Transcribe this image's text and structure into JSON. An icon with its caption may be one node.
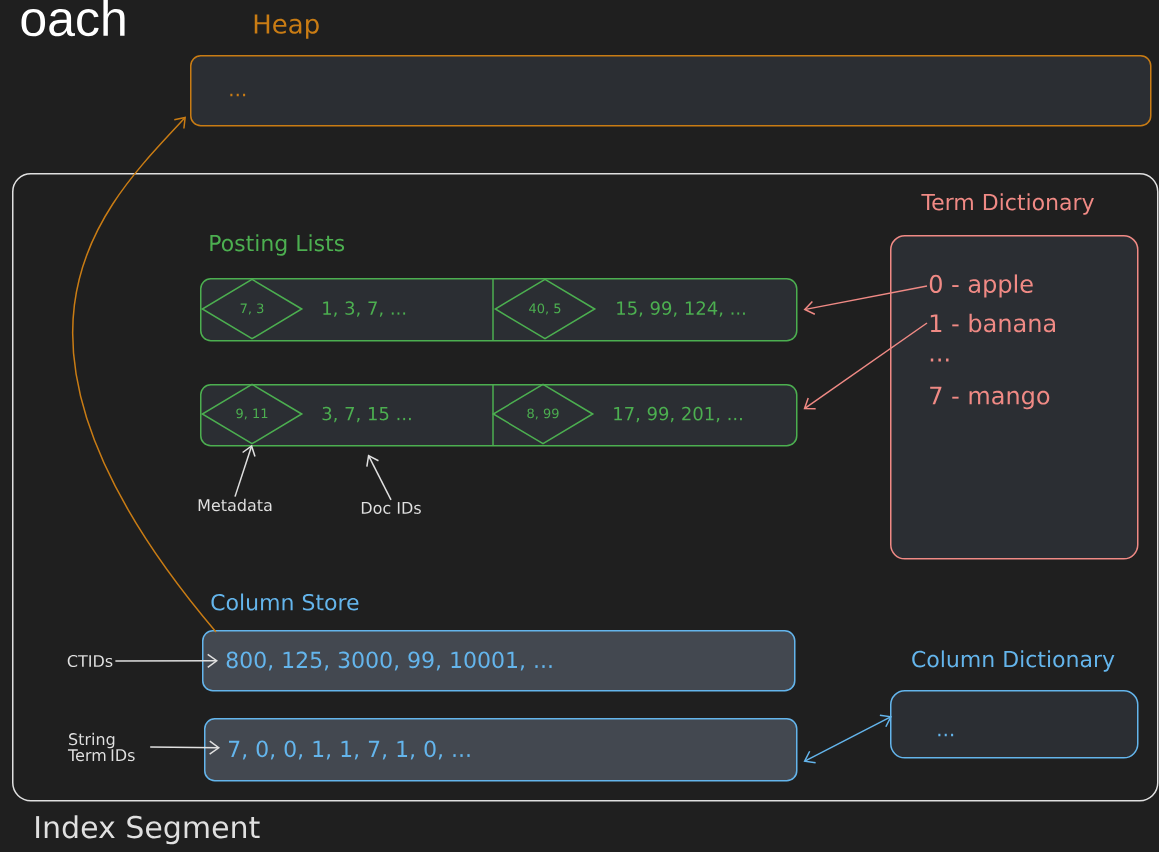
{
  "diagram": {
    "nodes": [
      {
        "text": [
          "Index Segment"
        ]
      },
      {
        "text": [
          "Heap",
          "..."
        ]
      },
      {
        "text": [
          "1, 3, 7, ...",
          "15, 99, 124, ..."
        ],
        "in": 0
      },
      {
        "text": [
          "7, 3"
        ],
        "in": 2
      },
      {
        "text": [
          "40, 5"
        ],
        "in": 2
      },
      {
        "text": [
          "3, 7, 15 ...",
          "17, 99, 201, ..."
        ],
        "in": 0
      },
      {
        "text": [
          "9, 11"
        ],
        "in": 5
      },
      {
        "text": [
          "8, 99"
        ],
        "in": 5
      },
      {
        "text": [
          "Metadata"
        ],
        "in": 0
      },
      {
        "text": [
          "Doc IDs"
        ],
        "in": 0
      },
      {
        "text": [
          "Term Dictionary"
        ],
        "in": 0
      },
      {
        "text": [
          "0 - apple"
        ],
        "in": 10
      },
      {
        "text": [
          "1 - banana"
        ],
        "in": 10
      },
      {
        "text": [
          "..."
        ],
        "in": 10
      },
      {
        "text": [
          "7 - mango"
        ],
        "in": 10
      },
      {
        "text": [
          "800, 125, 3000, 99, 10001, ..."
        ],
        "in": 0
      },
      {
        "text": [
          "7, 0, 0, 1, 1, 7, 1, 0, ..."
        ],
        "in": 0
      },
      {
        "text": [
          "CTIDs"
        ],
        "in": 0
      },
      {
        "text": [
          "String Term IDs"
        ],
        "in": 0
      },
      {
        "text": [
          "Column Dictionary",
          "..."
        ],
        "in": 0
      }
    ],
    "edges": [
      {
        "from": 15,
        "to": 1,
        "arrow": "to",
        "color": "#c97c14"
      },
      {
        "from": 11,
        "to": 2,
        "arrow": "to",
        "color": "#f08a85"
      },
      {
        "from": 12,
        "to": 5,
        "arrow": "to",
        "color": "#f08a85"
      },
      {
        "from": 8,
        "to": 6,
        "arrow": "to"
      },
      {
        "from": 9,
        "to": 5,
        "arrow": "to"
      },
      {
        "from": 17,
        "to": 15,
        "arrow": "to"
      },
      {
        "from": 18,
        "to": 16,
        "arrow": "to"
      },
      {
        "from": 16,
        "to": 19,
        "arrow": "both",
        "color": "#64b5ec"
      }
    ],
    "labels": [
      "oach",
      "Posting Lists",
      "Column Store"
    ]
  }
}
